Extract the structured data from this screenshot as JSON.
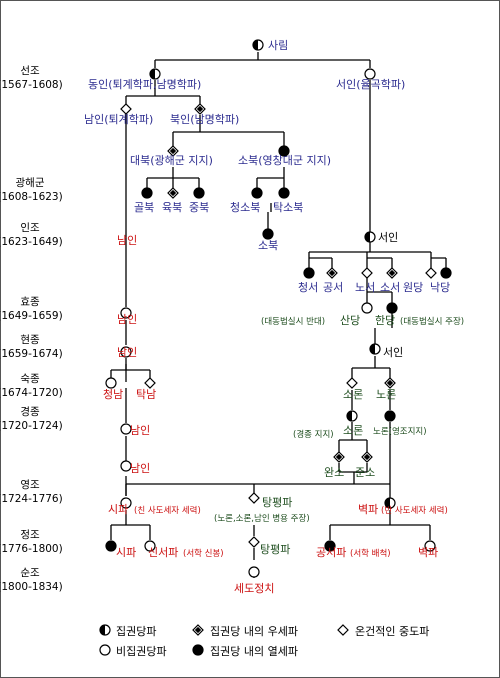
{
  "eras": [
    {
      "name": "선조",
      "years": "(1567-1608)"
    },
    {
      "name": "광해군",
      "years": "(1608-1623)"
    },
    {
      "name": "인조",
      "years": "(1623-1649)"
    },
    {
      "name": "효종",
      "years": "(1649-1659)"
    },
    {
      "name": "현종",
      "years": "(1659-1674)"
    },
    {
      "name": "숙종",
      "years": "(1674-1720)"
    },
    {
      "name": "경종",
      "years": "(1720-1724)"
    },
    {
      "name": "영조",
      "years": "(1724-1776)"
    },
    {
      "name": "정조",
      "years": "(1776-1800)"
    },
    {
      "name": "순조",
      "years": "(1800-1834)"
    }
  ],
  "nodes": {
    "sarim": "사림",
    "dongin": "동인(퇴계학파,남명학파)",
    "seoin_yulgok": "서인(율곡학파)",
    "namin_toegye": "남인(퇴계학파)",
    "bugin": "북인(남명학파)",
    "daebuk": "대북(광해군 지지)",
    "sobuk_yeongchang": "소북(영창대군 지지)",
    "golbuk": "골북",
    "yukbuk": "육북",
    "jungbuk": "중북",
    "cheongsobuk": "청소북",
    "taksobuk": "탁소북",
    "sobuk": "소북",
    "namin_injo": "남인",
    "seoin_injo": "서인",
    "cheongseo": "청서",
    "gongseo": "공서",
    "noseo": "노서",
    "soseo": "소서",
    "wondang": "원당",
    "nakdang": "낙당",
    "namin_hyojong": "남인",
    "sandang_note": "(대동법실시 반대)",
    "sandang": "산당",
    "handang": "한당",
    "handang_note": "(대동법실시 주장)",
    "namin_hyeonjong": "남인",
    "seoin_hyeonjong": "서인",
    "cheongnam": "청남",
    "angnam": "탁남",
    "soron": "소론",
    "noron": "노론",
    "namin_gyeongjong": "남인",
    "soron_note": "(경종 지지)",
    "soron_gyeongjong": "소론",
    "noron_gyeongjong": "노론(영조지지)",
    "namin_yeongjo": "남인",
    "wanso": "완소",
    "junso": "준소",
    "sipa": "시파",
    "sipa_note": "(친 사도세자 세력)",
    "tangpyeongpa": "탕평파",
    "tangpyeong_note": "(노론,소론,남인 병용 주장)",
    "byeokpa": "벽파",
    "byeokpa_note": "(반 사도세자 세력)",
    "sipa_jeongjo": "시파",
    "sinseopa": "신서파",
    "sinseopa_note": "(서학 신봉)",
    "tangpyeongpa2": "탕평파",
    "gongseopa": "공서파",
    "gongseopa_note": "(서학 배척)",
    "byeokpa_jeongjo": "벽파",
    "sedo": "세도정치"
  },
  "legend": {
    "half": "집권당파",
    "diamond_filled": "집권당 내의 우세파",
    "diamond_open": "온건적인 중도파",
    "circle_open": "비집권당파",
    "circle_filled": "집권당 내의 열세파"
  },
  "colors": {
    "blue": "#2b2b8f",
    "red": "#cc1111",
    "green": "#1e4d1e",
    "line": "#000000"
  }
}
